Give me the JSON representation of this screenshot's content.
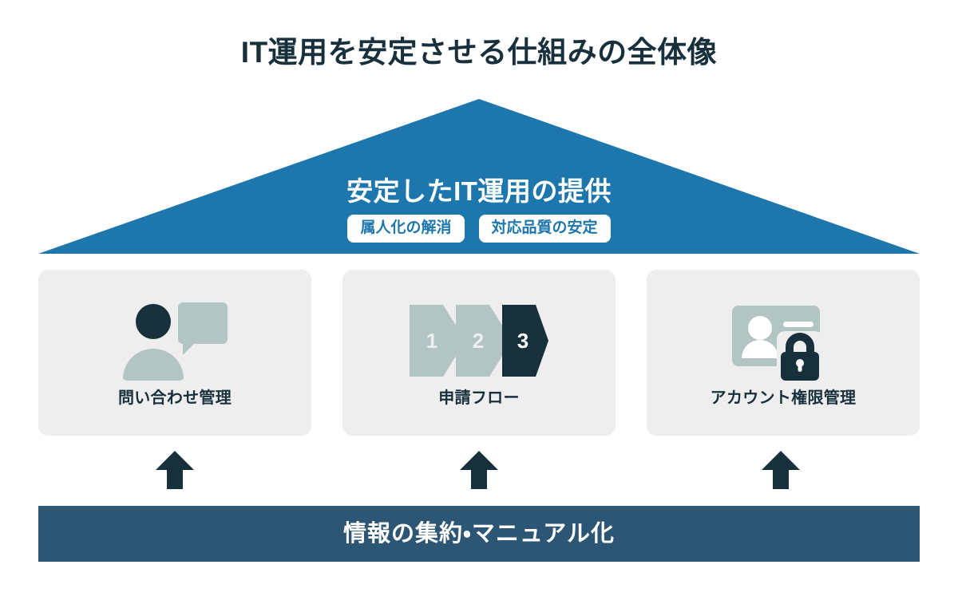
{
  "page": {
    "title": "IT運用を安定させる仕組みの全体像",
    "background_color": "#ffffff"
  },
  "roof": {
    "heading": "安定したIT運用の提供",
    "fill_color": "#1d77ad",
    "text_color": "#ffffff",
    "pills": [
      {
        "label": "属人化の解消"
      },
      {
        "label": "対応品質の安定"
      }
    ],
    "pill_background": "#ffffff",
    "pill_text_color": "#1d77ad"
  },
  "pillars": {
    "background_color": "#eeeeee",
    "label_color": "#17303c",
    "accent_dark": "#17303c",
    "accent_sage": "#b3c5c2",
    "items": [
      {
        "label": "問い合わせ管理",
        "icon": "person-speech-bubble-icon"
      },
      {
        "label": "申請フロー",
        "icon": "three-step-chevron-icon",
        "steps": [
          "1",
          "2",
          "3"
        ],
        "active_step": "3"
      },
      {
        "label": "アカウント権限管理",
        "icon": "id-card-lock-icon"
      }
    ]
  },
  "arrows": {
    "color": "#17303c",
    "direction": "up",
    "count": 3,
    "icon": "arrow-up-icon"
  },
  "foundation": {
    "label": "情報の集約・マニュアル化",
    "background_color": "#2d5674",
    "text_color": "#ffffff"
  }
}
